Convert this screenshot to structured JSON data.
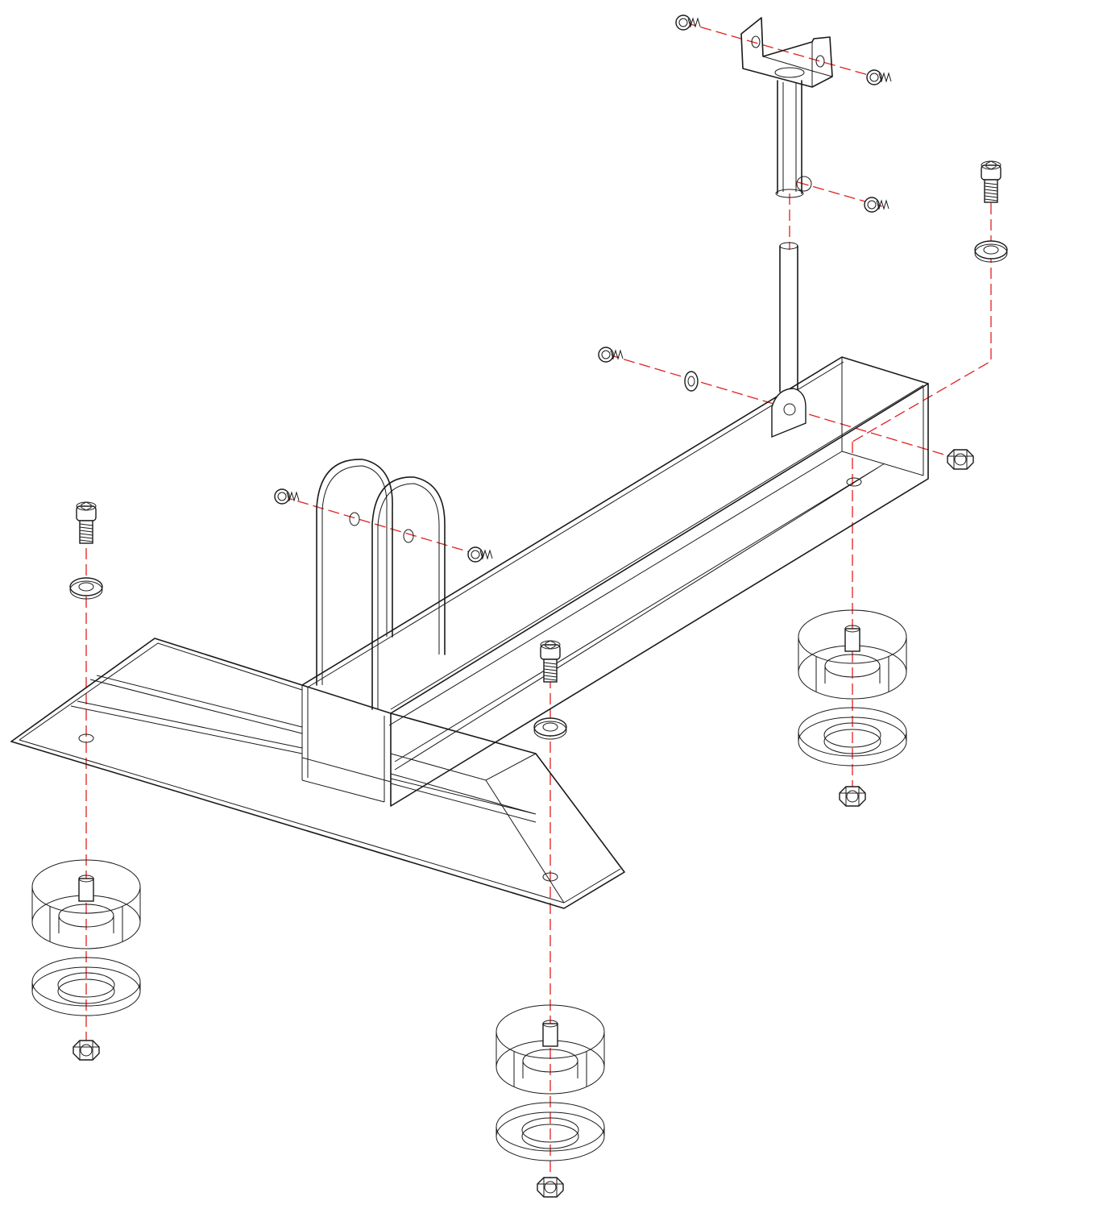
{
  "drawing": {
    "kind": "exploded isometric assembly wireframe",
    "line_color": "#1a1a1a",
    "centerline_color": "#e02020",
    "background": "#ffffff"
  },
  "parts": {
    "frame": "base-frame",
    "top_bracket": "u-bracket",
    "post": "vertical-rod",
    "hoops": "twin-arch-hoops",
    "wheels": "caster-wheel-assembly",
    "fasteners": [
      "socket-cap-screw",
      "washer",
      "hex-nut",
      "spring-screw"
    ]
  }
}
